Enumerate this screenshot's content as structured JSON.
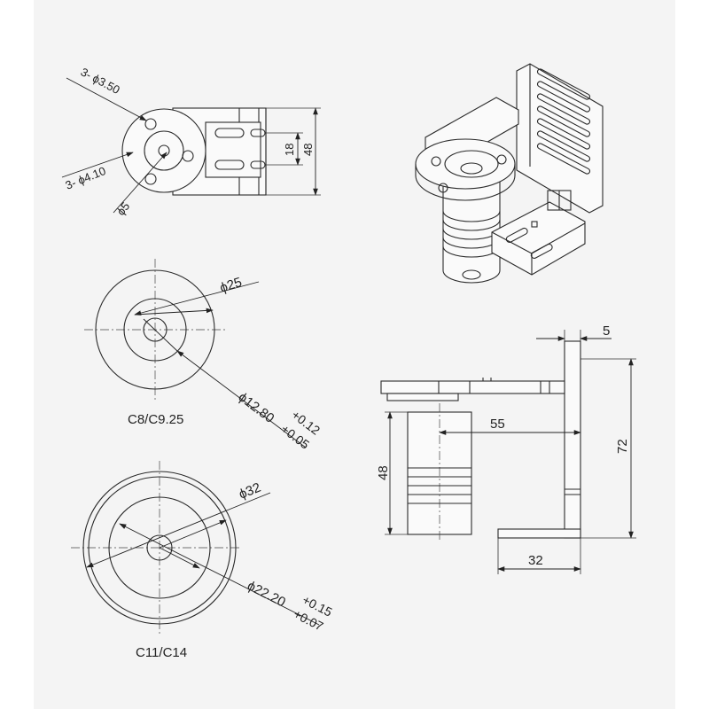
{
  "mount_view": {
    "hole_label": "3- ϕ3.50",
    "pcd_label": "3- ϕ4.10",
    "bore_label": "ϕ5",
    "slot_spacing": "18",
    "bracket_height": "48"
  },
  "coupler_c8": {
    "outer_diameter": "ϕ25",
    "bore_diameter": "ϕ12.80",
    "tol_upper": "+0.12",
    "tol_lower": "+0.05",
    "caption": "C8/C9.25"
  },
  "coupler_c11": {
    "outer_diameter": "ϕ32",
    "bore_diameter": "ϕ22.20",
    "tol_upper": "+0.15",
    "tol_lower": "+0.07",
    "caption": "C11/C14"
  },
  "side_view": {
    "plate_thickness": "5",
    "offset": "55",
    "coupler_length": "48",
    "total_height": "72",
    "base_depth": "32"
  }
}
